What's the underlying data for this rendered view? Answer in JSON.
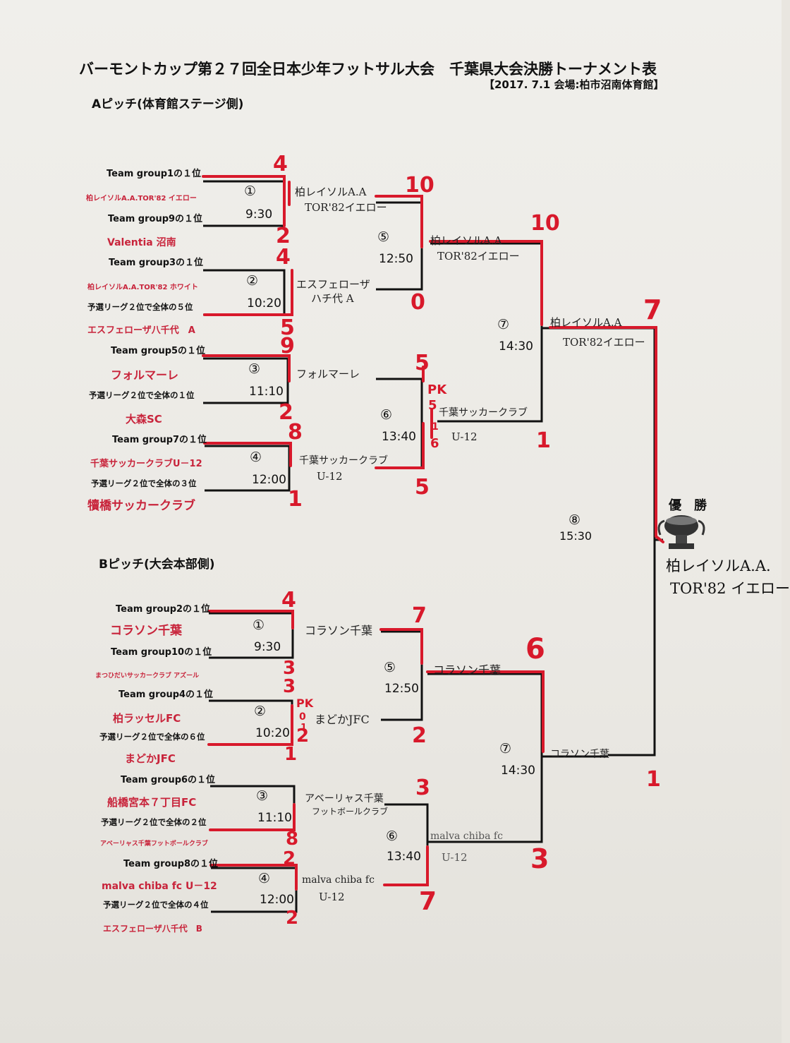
{
  "header": {
    "title": "バーモントカップ第２７回全日本少年フットサル大会　千葉県大会決勝トーナメント表",
    "subtitle": "【2017. 7.1  会場:柏市沼南体育館】"
  },
  "pitch_a": {
    "label": "Aピッチ(体育館ステージ側)",
    "slots": [
      "Team group1の１位",
      "Team group9の１位",
      "Team group3の１位",
      "予選リーグ２位で全体の５位",
      "Team group5の１位",
      "予選リーグ２位で全体の１位",
      "Team group7の１位",
      "予選リーグ２位で全体の３位"
    ],
    "teams": [
      "柏レイソルA.A.TOR'82 イエロー",
      "Valentia 沼南",
      "柏レイソルA.A.TOR'82 ホワイト",
      "エスフェローザ八千代　A",
      "フォルマーレ",
      "大森SC",
      "千葉サッカークラブU－12",
      "犢橋サッカークラブ"
    ],
    "matches": [
      {
        "no": "①",
        "time": "9:30"
      },
      {
        "no": "②",
        "time": "10:20"
      },
      {
        "no": "③",
        "time": "11:10"
      },
      {
        "no": "④",
        "time": "12:00"
      },
      {
        "no": "⑤",
        "time": "12:50"
      },
      {
        "no": "⑥",
        "time": "13:40"
      },
      {
        "no": "⑦",
        "time": "14:30"
      }
    ],
    "scores": [
      "4",
      "2",
      "4",
      "5",
      "9",
      "2",
      "8",
      "1",
      "10",
      "0",
      "5",
      "5",
      "10",
      "1"
    ],
    "pk": [
      "PK",
      "5",
      "1",
      "6"
    ],
    "winners": [
      "柏レイソルA.A",
      "TOR'82イエロー",
      "エスフェローザ",
      "ハチ代 A",
      "フォルマーレ",
      "千葉サッカークラブ",
      "U-12",
      "柏レイソルA.A",
      "TOR'82イエロー",
      "千葉サッカークラブ",
      "U-12",
      "柏レイソルA.A",
      "TOR'82イエロー"
    ]
  },
  "pitch_b": {
    "label": "Bピッチ(大会本部側)",
    "slots": [
      "Team group2の１位",
      "Team group10の１位",
      "Team group4の１位",
      "予選リーグ２位で全体の６位",
      "Team group6の１位",
      "予選リーグ２位で全体の２位",
      "Team group8の１位",
      "予選リーグ２位で全体の４位"
    ],
    "teams": [
      "コラソン千葉",
      "まつひだいサッカークラブ アズール",
      "柏ラッセルFC",
      "まどかJFC",
      "船橋宮本７丁目FC",
      "アベーリャス千葉フットボールクラブ",
      "malva chiba fc U－12",
      "エスフェローザ八千代　B"
    ],
    "matches": [
      {
        "no": "①",
        "time": "9:30"
      },
      {
        "no": "②",
        "time": "10:20"
      },
      {
        "no": "③",
        "time": "11:10"
      },
      {
        "no": "④",
        "time": "12:00"
      },
      {
        "no": "⑤",
        "time": "12:50"
      },
      {
        "no": "⑥",
        "time": "13:40"
      },
      {
        "no": "⑦",
        "time": "14:30"
      }
    ],
    "scores": [
      "4",
      "3",
      "3",
      "2",
      "1",
      "8",
      "2",
      "2",
      "7",
      "2",
      "3",
      "7",
      "6",
      "3"
    ],
    "pk": [
      "PK",
      "0",
      "1"
    ],
    "winners": [
      "コラソン千葉",
      "まどかJFC",
      "アベーリャス千葉",
      "フットボールクラブ",
      "malva chiba fc",
      "U-12",
      "コラソン千葉",
      "malva chiba fc",
      "U-12",
      "コラソン千葉"
    ]
  },
  "final": {
    "no": "⑧",
    "time": "15:30",
    "scores": [
      "7",
      "1"
    ],
    "champion_label": "優　勝",
    "champion_line1": "柏レイソルA.A.",
    "champion_line2": "TOR'82 イエロー"
  },
  "colors": {
    "ink": "#111111",
    "red_ink": "#d8192b",
    "print_red": "#c8243b",
    "paper": "#eeede9"
  }
}
